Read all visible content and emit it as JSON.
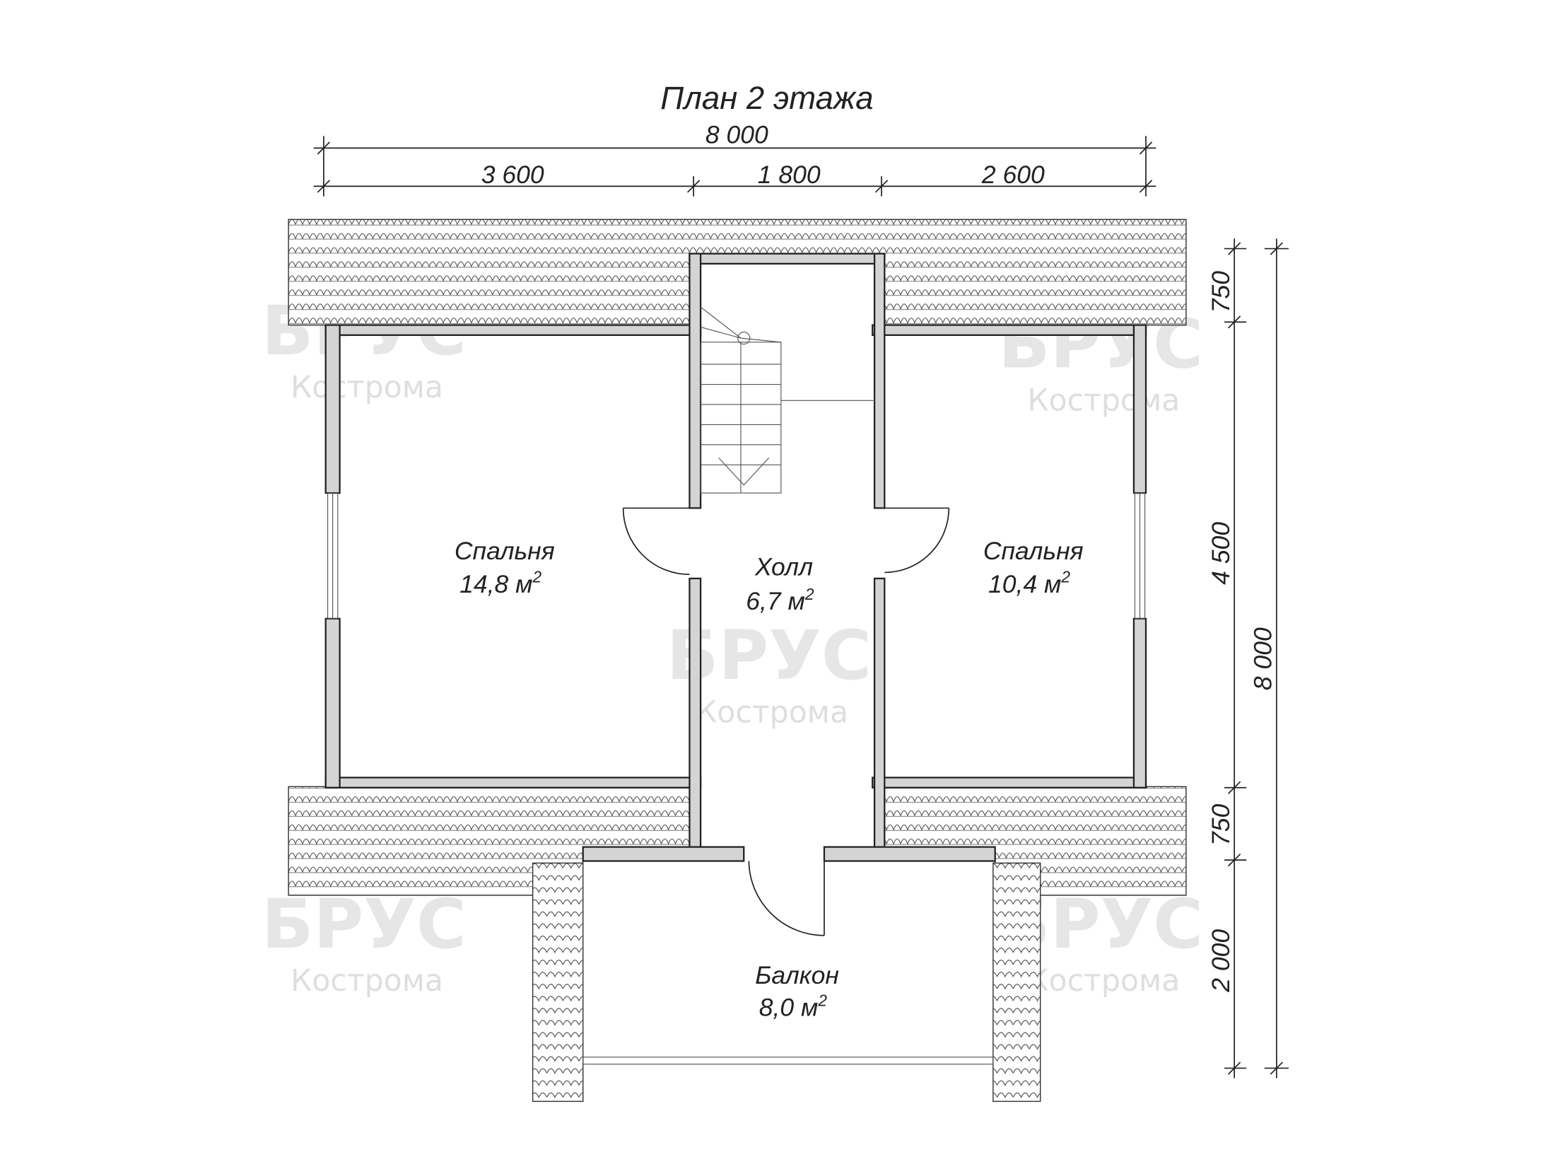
{
  "title": "План 2 этажа",
  "dimensions": {
    "top_total": "8 000",
    "top_segments": [
      "3 600",
      "1 800",
      "2 600"
    ],
    "right_segments": [
      "750",
      "4 500",
      "750",
      "2 000"
    ],
    "right_total": "8 000"
  },
  "rooms": [
    {
      "name": "Спальня",
      "area": "14,8 м",
      "sup": "2"
    },
    {
      "name": "Холл",
      "area": "6,7 м",
      "sup": "2"
    },
    {
      "name": "Спальня",
      "area": "10,4 м",
      "sup": "2"
    },
    {
      "name": "Балкон",
      "area": "8,0 м",
      "sup": "2"
    }
  ],
  "watermark": {
    "brand": "БРУС",
    "city": "Кострома"
  },
  "colors": {
    "wall_fill": "#d4d4d4",
    "line": "#222222",
    "watermark": "#e6e6e6"
  }
}
